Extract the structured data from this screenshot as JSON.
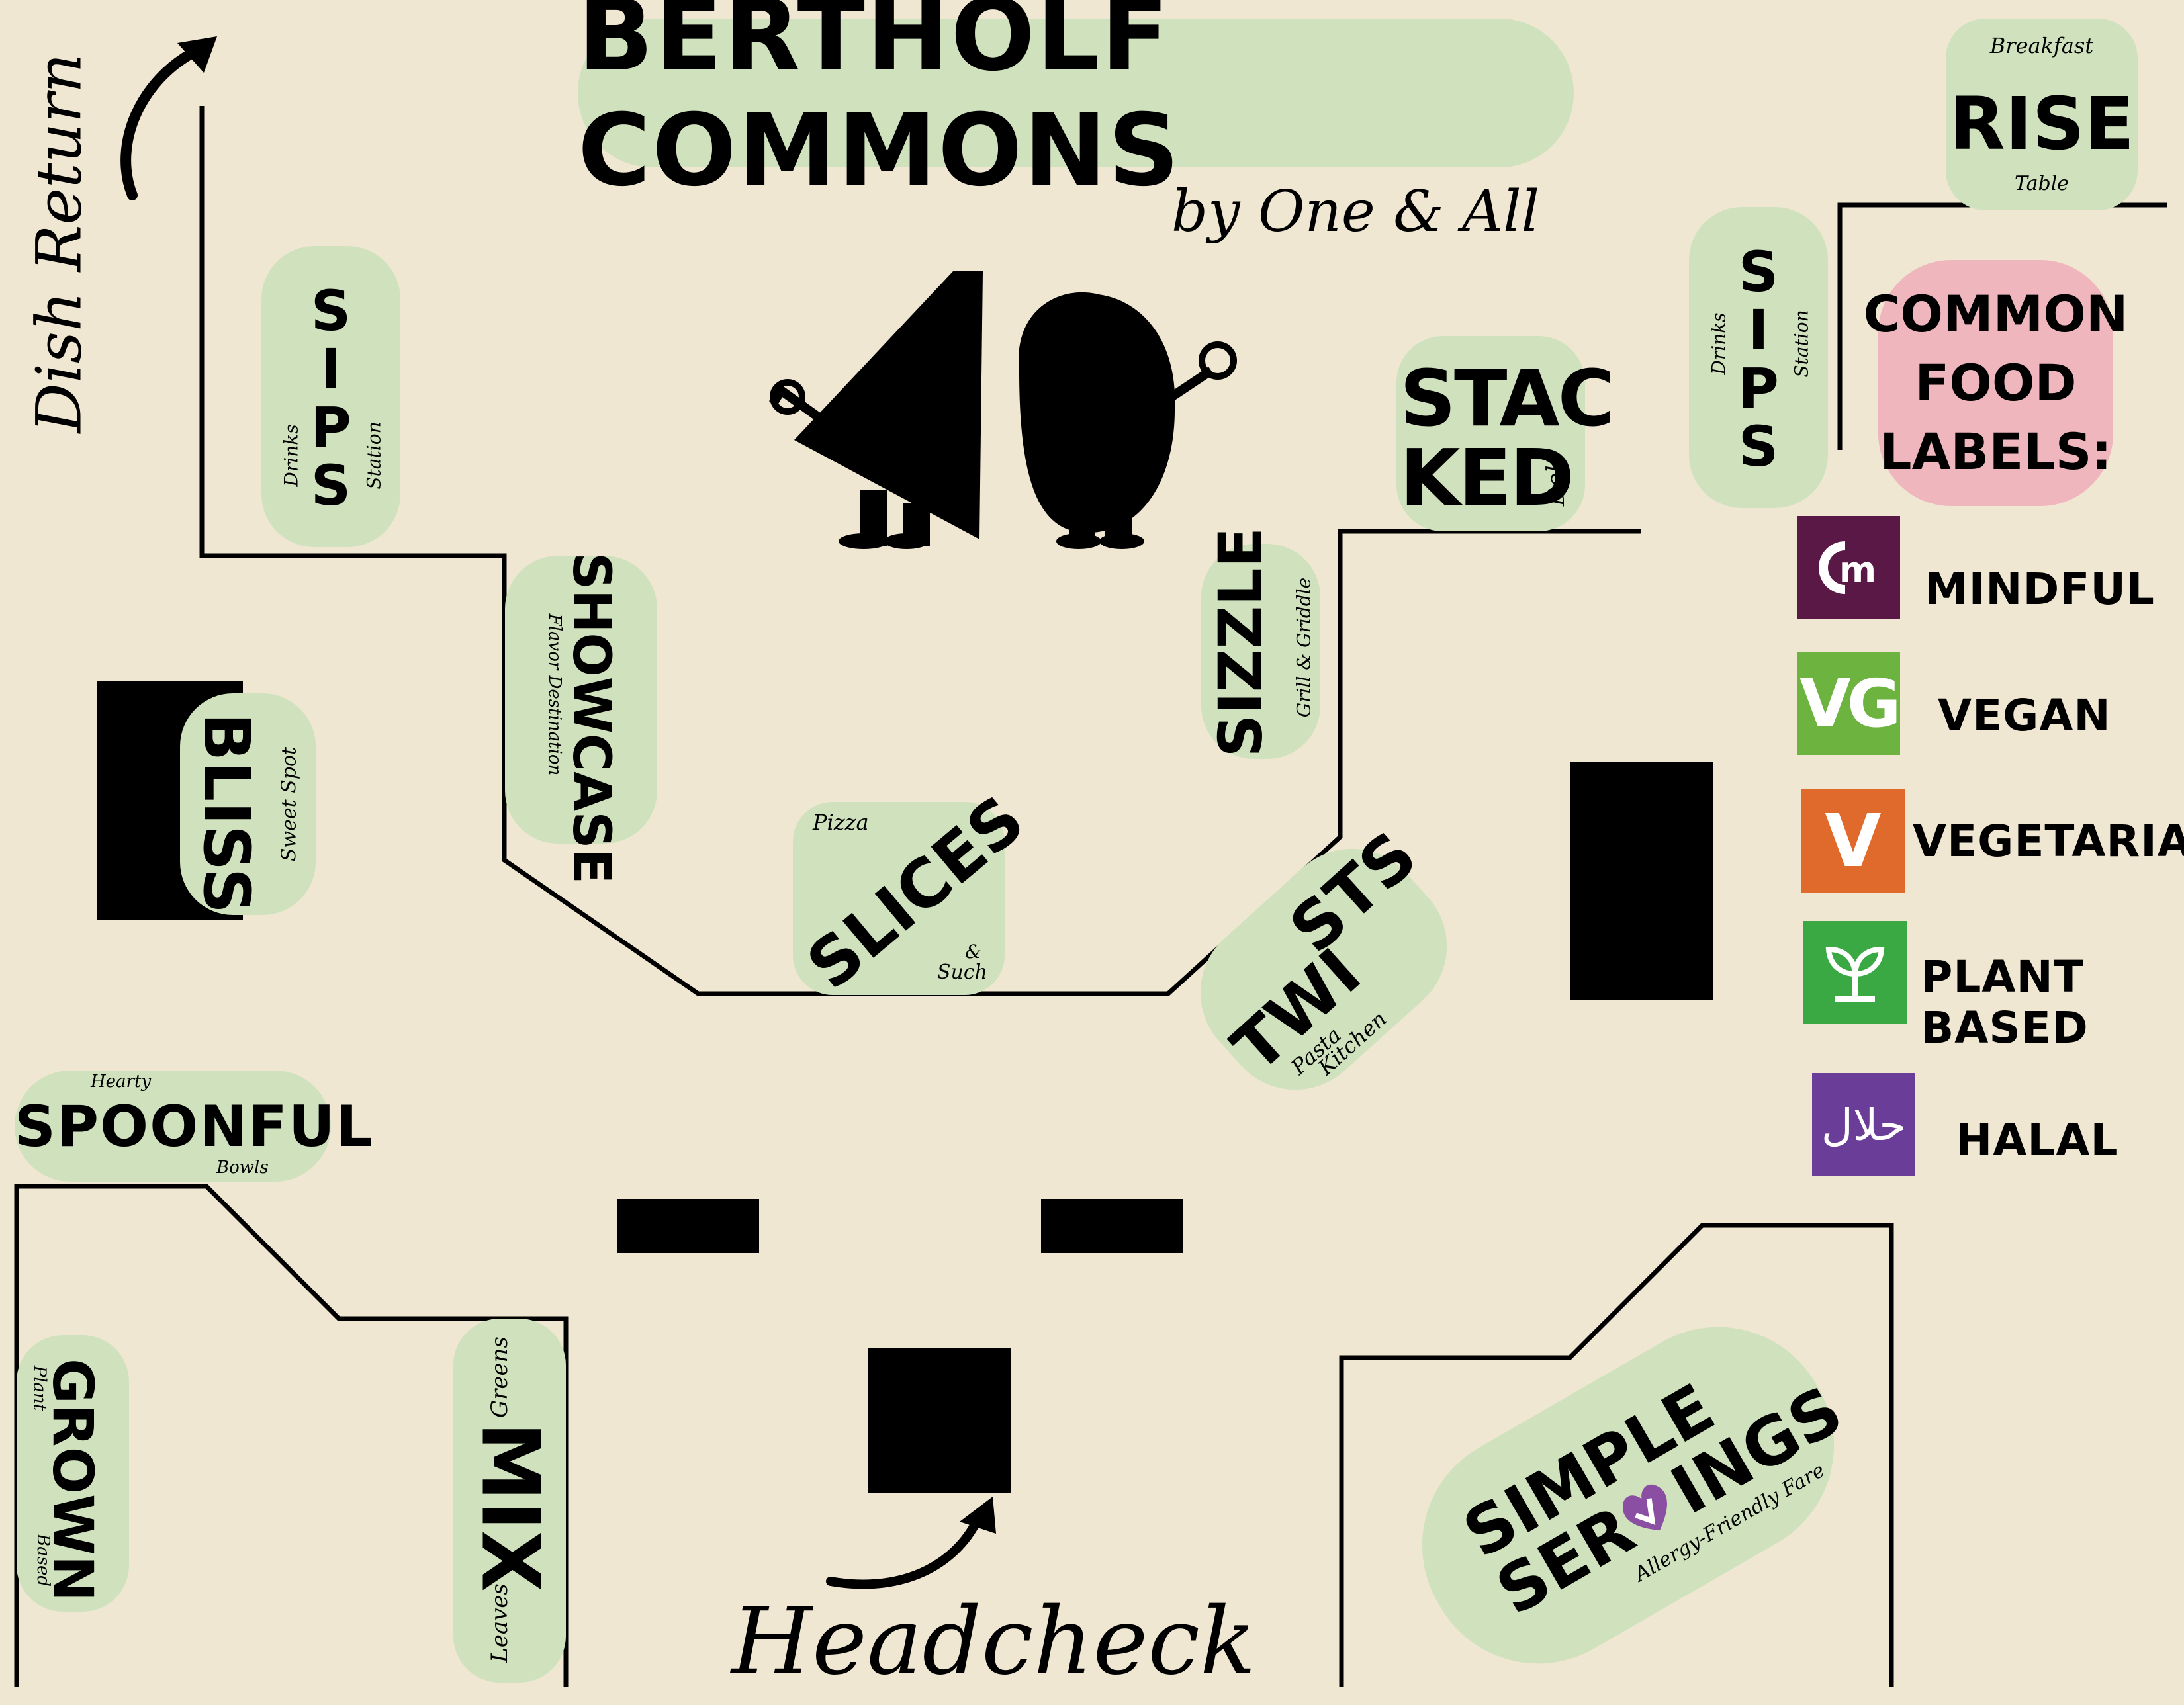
{
  "title": "BERTHOLF COMMONS",
  "subtitle": "by One & All",
  "dish_return": "Dish Return",
  "headcheck": "Headcheck",
  "stations": {
    "sips_left": {
      "name": "S\nI\nP\nS",
      "line1": "Drinks",
      "line2": "Station"
    },
    "sips_right": {
      "name": "S\nI\nP\nS",
      "line1": "Drinks",
      "line2": "Station"
    },
    "rise": {
      "top": "Breakfast",
      "name": "RISE",
      "bottom": "Table"
    },
    "stacked": {
      "line1": "STAC",
      "line2": "KED",
      "sub": "Deli"
    },
    "sizzle": {
      "name": "SIZZLE",
      "sub": "Grill & Griddle"
    },
    "showcase": {
      "name": "SHOWCASE",
      "sub": "Flavor Destination"
    },
    "bliss": {
      "name": "BLISS",
      "sub": "Sweet Spot"
    },
    "slices": {
      "top": "Pizza",
      "name": "SLICES",
      "bottom1": "&",
      "bottom2": "Such"
    },
    "twists": {
      "line1": "TWI",
      "line2": "STS",
      "sub1": "Pasta",
      "sub2": "Kitchen"
    },
    "spoonful": {
      "top": "Hearty",
      "name": "SPOONFUL",
      "bottom": "Bowls"
    },
    "grown": {
      "name": "GROWN",
      "sub1": "Plant",
      "sub2": "Based"
    },
    "mix": {
      "name": "MIX",
      "sub1": "Greens",
      "sub2": "Leaves"
    },
    "simple_servings": {
      "line1": "SIMPLE",
      "line2a": "SER",
      "line2b": "INGS",
      "sub": "Allergy-Friendly Fare"
    }
  },
  "legend": {
    "heading": [
      "COMMON",
      "FOOD",
      "LABELS:"
    ],
    "items": [
      {
        "label": "MINDFUL",
        "icon": "mindful-icon",
        "color": "#5a1846"
      },
      {
        "label": "VEGAN",
        "icon": "vegan-icon",
        "color": "#6cb33f",
        "glyph": "VG"
      },
      {
        "label": "VEGETARIAN",
        "icon": "vegetarian-icon",
        "color": "#e06a2c",
        "glyph": "V"
      },
      {
        "label": "PLANT BASED",
        "icon": "plant-based-icon",
        "color": "#3aa843"
      },
      {
        "label": "HALAL",
        "icon": "halal-icon",
        "color": "#6a3d98",
        "glyph": "حلال"
      }
    ]
  },
  "colors": {
    "background": "#f0e7d3",
    "station": "#d0e2bd",
    "legend_heading": "#efb6bd",
    "walls": "#000000"
  }
}
